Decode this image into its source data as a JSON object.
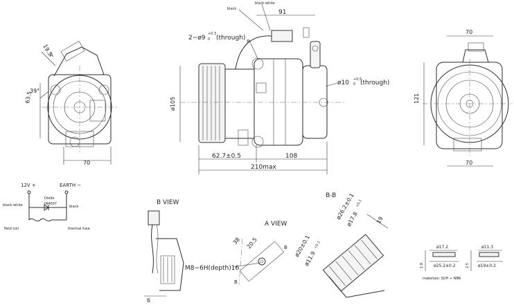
{
  "top_view": {
    "width_91": "91",
    "wire_black": "black",
    "wire_black_white": "black-white",
    "dim_8": "8",
    "holes_label": "2−ø9",
    "holes_tol": "+0.3",
    "holes_tol0": "0",
    "holes_through": "(through)",
    "dia_105": "ø105",
    "dia_10": "ø10",
    "dia10_tol": "+0.5",
    "dia10_tol0": "0",
    "dia10_through": "(through)",
    "dim_62": "62.7±0.5",
    "dim_108": "108",
    "dim_210": "210max"
  },
  "left_view": {
    "dim_19": "19.5",
    "dim_a": "A",
    "angle_39": "39°",
    "dim_63": "63.5",
    "dim_70": "70"
  },
  "right_view": {
    "dim_70_top": "70",
    "dim_121": "121",
    "dim_70_bottom": "70"
  },
  "wiring": {
    "v12": "12V +",
    "earth": "EARTH −",
    "black_white": "black-white",
    "diode": "Diode",
    "diode_part": "IN4007",
    "black": "black",
    "field_coil": "field coil",
    "thermal_fuse": "thermal fuse"
  },
  "b_view": {
    "title": "B VIEW",
    "dim_6": "6"
  },
  "a_view": {
    "title": "A VIEW",
    "dim_38": "38",
    "dim_20": "20.5",
    "b_mark": "B",
    "thread": "M8−6H(depth)16"
  },
  "bb_view": {
    "title": "B-B",
    "dia20": "ø20±0.1",
    "dia11": "ø11.9",
    "dia11_tol": "+0.1",
    "dia26": "ø26.2±0.1",
    "dia17": "ø17.8",
    "dia17_tol": "+0.1",
    "dim_19": "19"
  },
  "details": {
    "d1_top": "ø17.2",
    "d1_bottom": "ø25.2±0.2",
    "d1_side": "1.8",
    "d2_top": "ø11.3",
    "d2_bottom": "ø19±0.2",
    "d2_side": "2.5",
    "material": "materials: SUH + NBR"
  }
}
